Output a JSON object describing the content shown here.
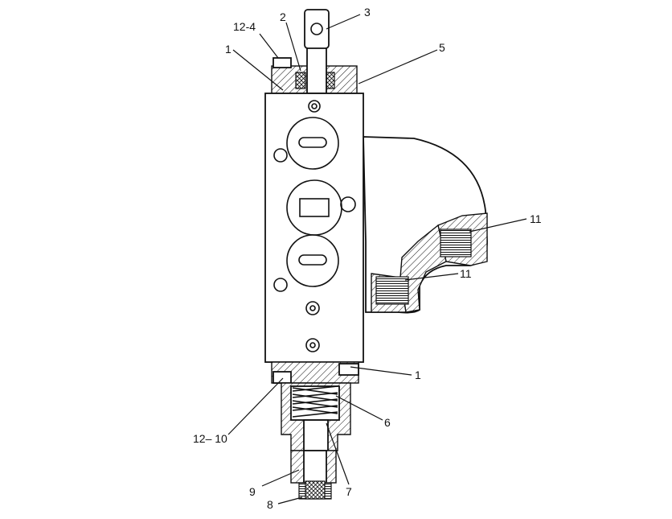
{
  "diagram": {
    "callouts": {
      "c1_top": "1",
      "c2": "2",
      "c3": "3",
      "c5": "5",
      "c12_4": "12-4",
      "c11_upper": "11",
      "c11_lower": "11",
      "c1_bottom": "1",
      "c6": "6",
      "c12_10": "12– 10",
      "c9": "9",
      "c7": "7",
      "c8": "8"
    }
  }
}
